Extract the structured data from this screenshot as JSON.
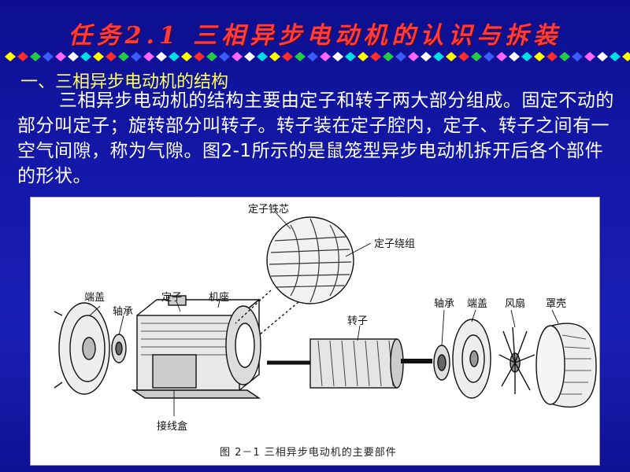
{
  "slide": {
    "title": "任务2.1  三相异步电动机的认识与拆装",
    "section_heading": "一、三相异步电动机的结构",
    "paragraph": "三相异步电动机的结构主要由定子和转子两大部分组成。固定不动的部分叫定子；旋转部分叫转子。转子装在定子腔内，定子、转子之间有一空气间隙，称为气隙。图2-1所示的是鼠笼型异步电动机拆开后各个部件的形状。",
    "title_color": "#ff3b3b",
    "heading_color": "#ffff66",
    "background_color": "#1418a8"
  },
  "figure": {
    "labels": {
      "stator_core": "定子铁芯",
      "stator_winding": "定子绕组",
      "end_cover_left": "端盖",
      "bearing_left": "轴承",
      "stator": "定子",
      "frame": "机座",
      "rotor": "转子",
      "bearing_right": "轴承",
      "end_cover_right": "端盖",
      "fan": "风扇",
      "fan_cover": "罩壳",
      "junction_box": "接线盒"
    },
    "caption": "图 2－1    三相异步电动机的主要部件"
  }
}
